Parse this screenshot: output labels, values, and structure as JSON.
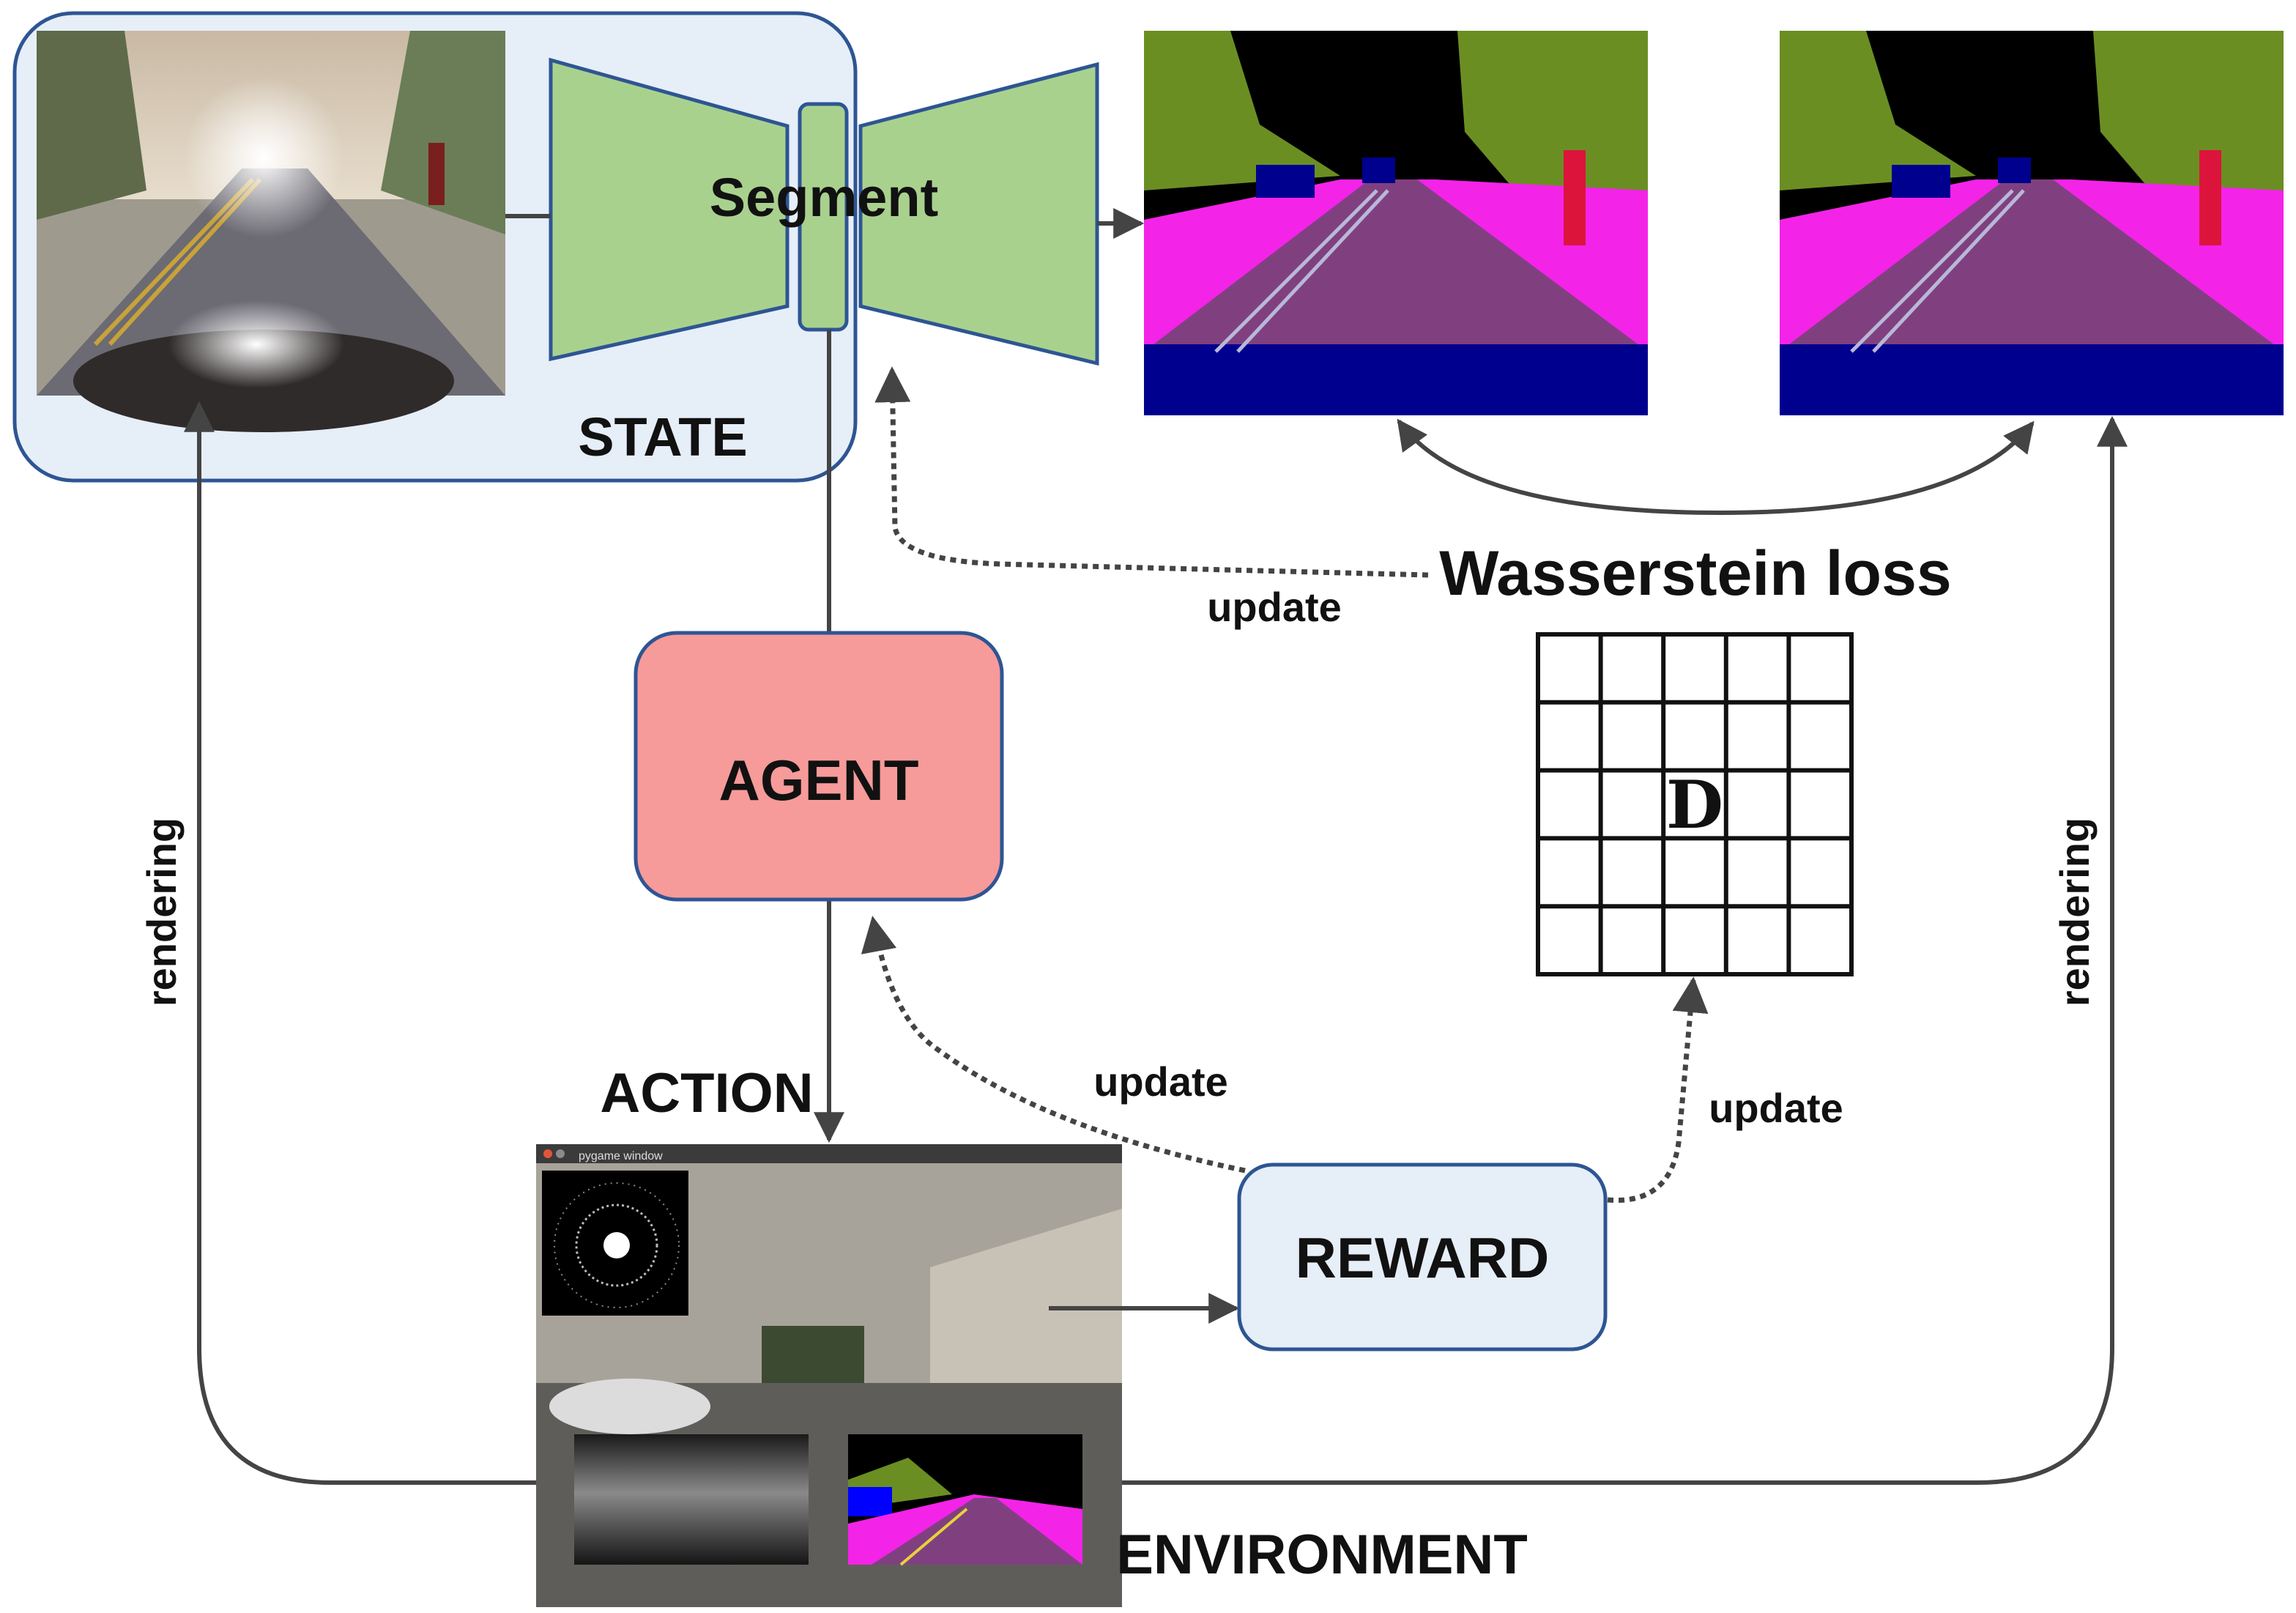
{
  "labels": {
    "segment": "Segment",
    "state": "STATE",
    "agent": "AGENT",
    "action": "ACTION",
    "reward": "REWARD",
    "environment": "ENVIRONMENT",
    "wasserstein_loss": "Wasserstein loss",
    "d": "D",
    "update_top": "update",
    "update_agent": "update",
    "update_grid": "update",
    "rendering_left": "rendering",
    "rendering_right": "rendering",
    "pygame_window_title": "pygame window"
  },
  "colors": {
    "state_box_fill": "#e6eef8",
    "box_stroke": "#2e5593",
    "segment_fill": "#a9d18e",
    "agent_fill": "#f79a9a",
    "reward_fill": "#e6eef8",
    "seg_sky": "#000000",
    "seg_vegetation": "#6b8e23",
    "seg_road": "#804080",
    "seg_sidewalk": "#f423e8",
    "seg_vehicle": "#00008e",
    "seg_pedestrian": "#dc143c"
  }
}
